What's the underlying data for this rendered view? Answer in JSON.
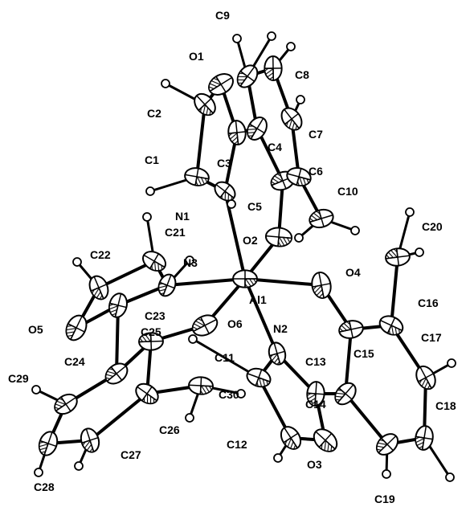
{
  "atoms": [
    {
      "id": "Al1",
      "label": "Al1",
      "el": "Al"
    },
    {
      "id": "N1",
      "label": "N1",
      "el": "N"
    },
    {
      "id": "N2",
      "label": "N2",
      "el": "N"
    },
    {
      "id": "N3",
      "label": "N3",
      "el": "N"
    },
    {
      "id": "O1",
      "label": "O1",
      "el": "O"
    },
    {
      "id": "O2",
      "label": "O2",
      "el": "O"
    },
    {
      "id": "O3",
      "label": "O3",
      "el": "O"
    },
    {
      "id": "O4",
      "label": "O4",
      "el": "O"
    },
    {
      "id": "O5",
      "label": "O5",
      "el": "O"
    },
    {
      "id": "O6",
      "label": "O6",
      "el": "O"
    },
    {
      "id": "C1",
      "label": "C1",
      "el": "C"
    },
    {
      "id": "C2",
      "label": "C2",
      "el": "C"
    },
    {
      "id": "C3",
      "label": "C3",
      "el": "C"
    },
    {
      "id": "C4",
      "label": "C4",
      "el": "C"
    },
    {
      "id": "C5",
      "label": "C5",
      "el": "C"
    },
    {
      "id": "C6",
      "label": "C6",
      "el": "C"
    },
    {
      "id": "C7",
      "label": "C7",
      "el": "C"
    },
    {
      "id": "C8",
      "label": "C8",
      "el": "C"
    },
    {
      "id": "C9",
      "label": "C9",
      "el": "C"
    },
    {
      "id": "C10",
      "label": "C10",
      "el": "C"
    },
    {
      "id": "C11",
      "label": "C11",
      "el": "C"
    },
    {
      "id": "C12",
      "label": "C12",
      "el": "C"
    },
    {
      "id": "C13",
      "label": "C13",
      "el": "C"
    },
    {
      "id": "C14",
      "label": "C14",
      "el": "C"
    },
    {
      "id": "C15",
      "label": "C15",
      "el": "C"
    },
    {
      "id": "C16",
      "label": "C16",
      "el": "C"
    },
    {
      "id": "C17",
      "label": "C17",
      "el": "C"
    },
    {
      "id": "C18",
      "label": "C18",
      "el": "C"
    },
    {
      "id": "C19",
      "label": "C19",
      "el": "C"
    },
    {
      "id": "C20",
      "label": "C20",
      "el": "C"
    },
    {
      "id": "C21",
      "label": "C21",
      "el": "C"
    },
    {
      "id": "C22",
      "label": "C22",
      "el": "C"
    },
    {
      "id": "C23",
      "label": "C23",
      "el": "C"
    },
    {
      "id": "C24",
      "label": "C24",
      "el": "C"
    },
    {
      "id": "C25",
      "label": "C25",
      "el": "C"
    },
    {
      "id": "C26",
      "label": "C26",
      "el": "C"
    },
    {
      "id": "C27",
      "label": "C27",
      "el": "C"
    },
    {
      "id": "C28",
      "label": "C28",
      "el": "C"
    },
    {
      "id": "C29",
      "label": "C29",
      "el": "C"
    },
    {
      "id": "C30",
      "label": "C30",
      "el": "C"
    }
  ],
  "bonds": [
    [
      "Al1",
      "N1"
    ],
    [
      "Al1",
      "N2"
    ],
    [
      "Al1",
      "N3"
    ],
    [
      "Al1",
      "O2"
    ],
    [
      "Al1",
      "O4"
    ],
    [
      "Al1",
      "O6"
    ],
    [
      "N1",
      "C1"
    ],
    [
      "N1",
      "C3"
    ],
    [
      "C1",
      "C2"
    ],
    [
      "C2",
      "O1"
    ],
    [
      "O1",
      "C3"
    ],
    [
      "C3",
      "C4"
    ],
    [
      "C4",
      "C5"
    ],
    [
      "C5",
      "O2"
    ],
    [
      "C4",
      "C9"
    ],
    [
      "C9",
      "C8"
    ],
    [
      "C8",
      "C7"
    ],
    [
      "C7",
      "C6"
    ],
    [
      "C6",
      "C5"
    ],
    [
      "C6",
      "C10"
    ],
    [
      "N2",
      "C11"
    ],
    [
      "N2",
      "C13"
    ],
    [
      "C11",
      "C12"
    ],
    [
      "C12",
      "O3"
    ],
    [
      "O3",
      "C13"
    ],
    [
      "C13",
      "C14"
    ],
    [
      "C14",
      "C15"
    ],
    [
      "C15",
      "O4"
    ],
    [
      "C15",
      "C16"
    ],
    [
      "C16",
      "C17"
    ],
    [
      "C17",
      "C18"
    ],
    [
      "C18",
      "C19"
    ],
    [
      "C19",
      "C14"
    ],
    [
      "C16",
      "C20"
    ],
    [
      "N3",
      "C21"
    ],
    [
      "N3",
      "C23"
    ],
    [
      "C21",
      "C22"
    ],
    [
      "C22",
      "O5"
    ],
    [
      "O5",
      "C23"
    ],
    [
      "C23",
      "C24"
    ],
    [
      "C24",
      "C25"
    ],
    [
      "C25",
      "O6"
    ],
    [
      "C25",
      "C26"
    ],
    [
      "C26",
      "C27"
    ],
    [
      "C27",
      "C28"
    ],
    [
      "C28",
      "C29"
    ],
    [
      "C29",
      "C24"
    ],
    [
      "C26",
      "C30"
    ]
  ]
}
